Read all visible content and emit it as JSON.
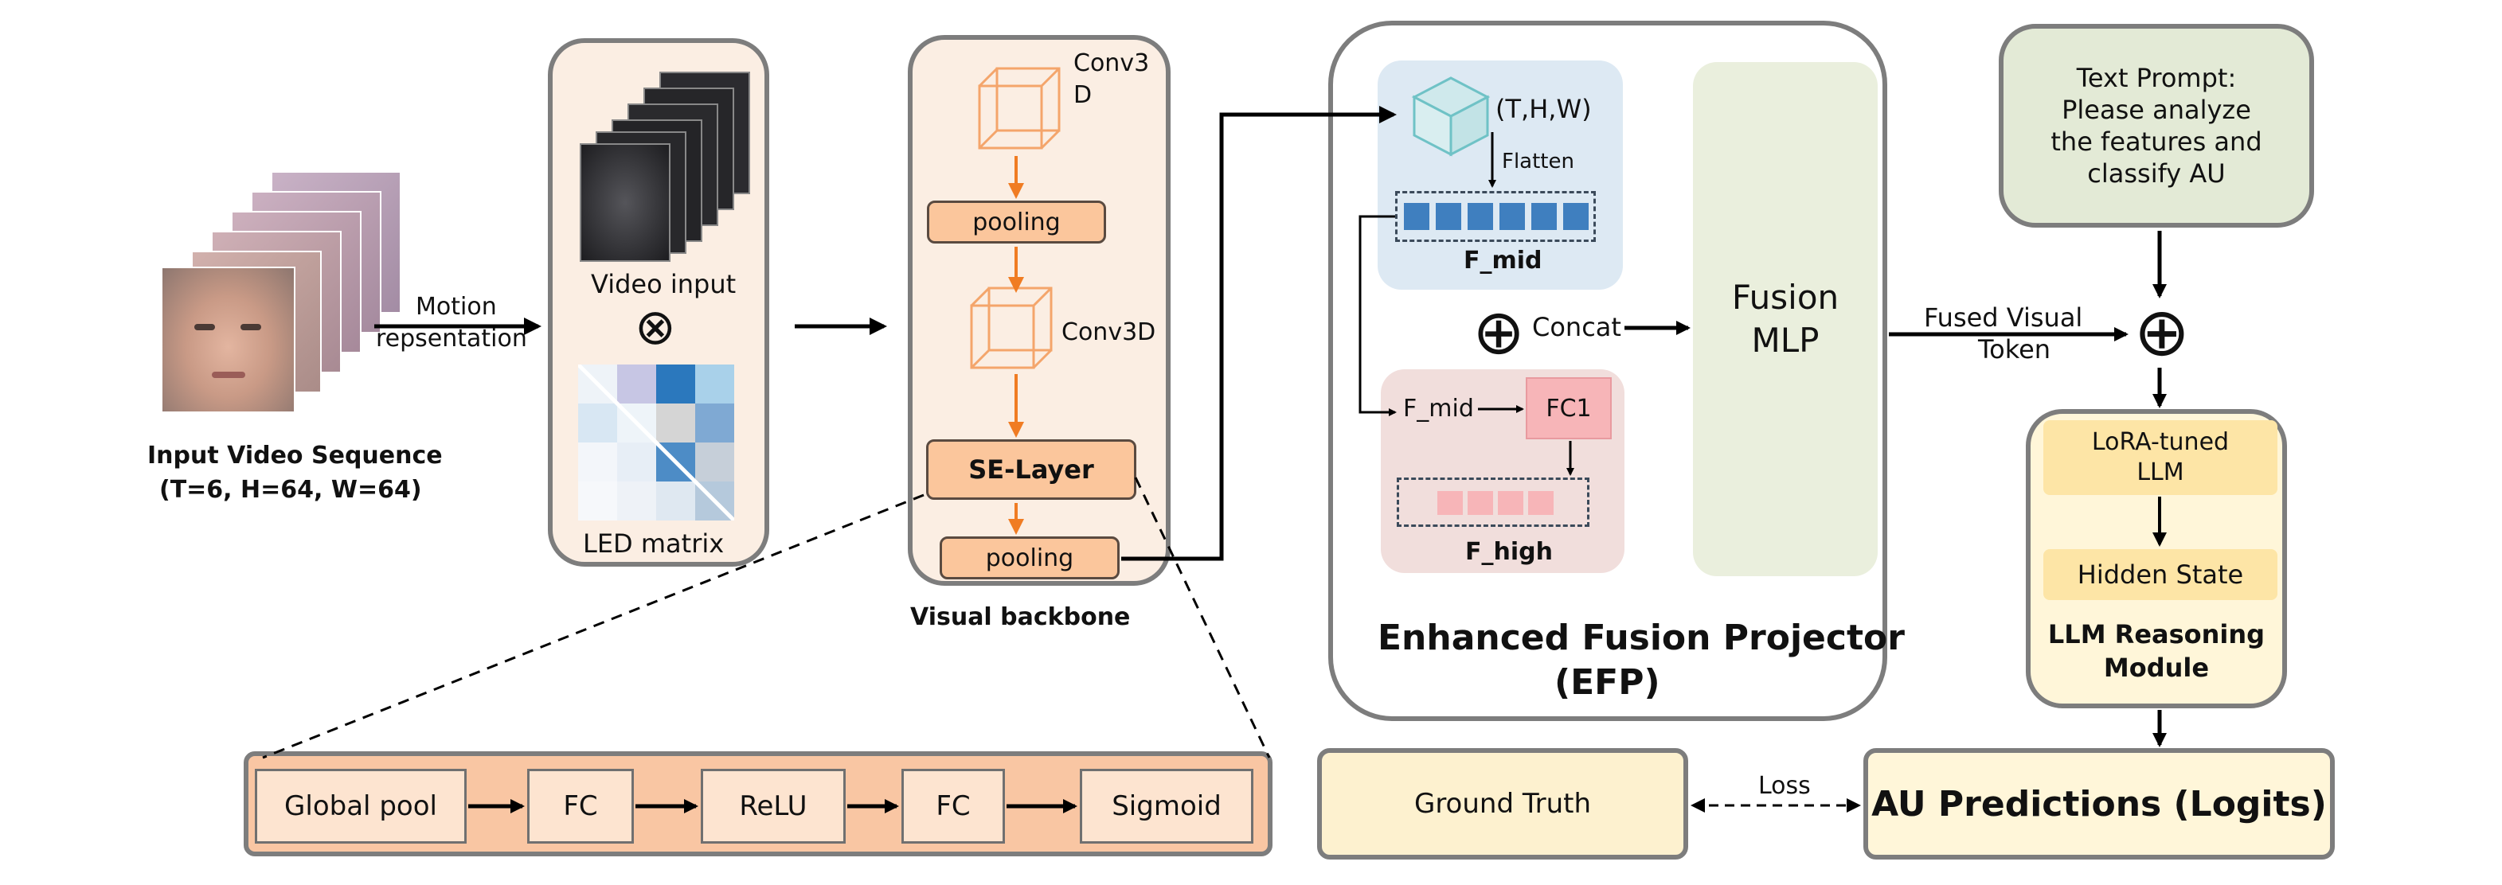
{
  "input": {
    "title": "Input Video Sequence",
    "params": "(T=6, H=64, W=64)",
    "arrow_label_1": "Motion",
    "arrow_label_2": "repsentation"
  },
  "motion_box": {
    "video_label": "Video input",
    "led_label": "LED matrix",
    "otimes": "⊗"
  },
  "backbone": {
    "conv1_a": "Conv3",
    "conv1_b": "D",
    "pool1": "pooling",
    "conv2": "Conv3D",
    "se_layer": "SE-Layer",
    "pool2": "pooling",
    "caption": "Visual backbone"
  },
  "se_detail": {
    "blocks": [
      "Global pool",
      "FC",
      "ReLU",
      "FC",
      "Sigmoid"
    ]
  },
  "efp": {
    "shape_label": "(T,H,W)",
    "flatten": "Flatten",
    "f_mid_caption": "F_mid",
    "oplus": "⊕",
    "concat": "Concat",
    "f_mid_input": "F_mid",
    "fc1": "FC1",
    "f_high_caption": "F_high",
    "fusion_1": "Fusion",
    "fusion_2": "MLP",
    "title_1": "Enhanced Fusion Projector",
    "title_2": "(EFP)"
  },
  "prompt": {
    "lines": [
      "Text Prompt:",
      "Please analyze",
      "the features and",
      "classify AU"
    ]
  },
  "fused": {
    "label_1": "Fused Visual",
    "label_2": "Token",
    "oplus": "⊕"
  },
  "llm": {
    "lora_1": "LoRA-tuned",
    "lora_2": "LLM",
    "hidden": "Hidden State",
    "caption_1": "LLM Reasoning",
    "caption_2": "Module"
  },
  "bottom": {
    "ground_truth": "Ground Truth",
    "loss": "Loss",
    "predictions": "AU Predictions (Logits)"
  },
  "colors": {
    "frame": "#7d7d7d",
    "orange": "#f07c23",
    "orange_fill": "#fbc69c",
    "efp_blue_panel": "#dde9f3",
    "efp_pink_panel": "#f1dedc",
    "blue_token": "#3f7fbf",
    "pink_token": "#f7b5b8",
    "fusion_green": "#eaefdd",
    "prompt_green": "#e3ead6",
    "llm_yellow": "#fdf1cf",
    "cream": "#fff6d9"
  }
}
